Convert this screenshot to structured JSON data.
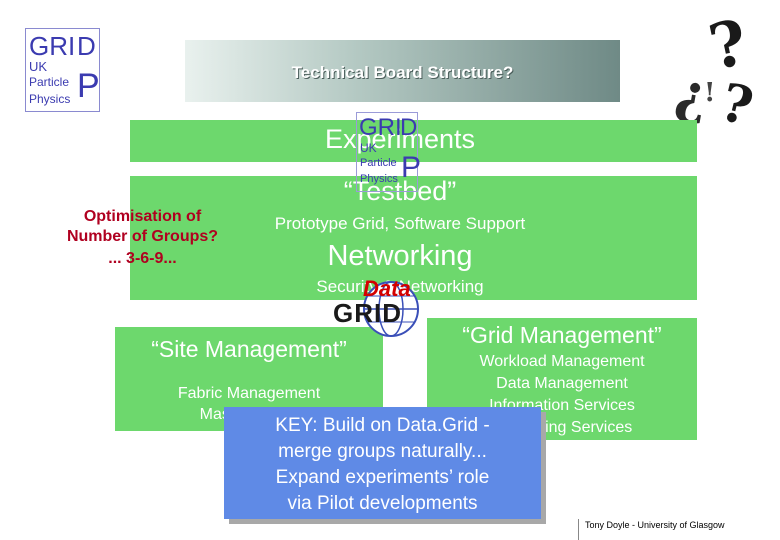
{
  "logo_small": {
    "grid": "GRI",
    "d": "D",
    "uk": "UK",
    "particle": "Particle",
    "physics": "Physics",
    "p": "P"
  },
  "title": "Technical Board Structure?",
  "experiments": "Experiments",
  "testbed": "“Testbed”",
  "prototype": "Prototype Grid, Software Support",
  "networking": "Networking",
  "security": "Security & Networking",
  "optimisation": {
    "line1": "Optimisation of",
    "line2": "Number of Groups?",
    "line3": "... 3-6-9..."
  },
  "site_management": {
    "title": "“Site Management”",
    "line1": "Fabric Management",
    "line2": "Mass Storage"
  },
  "grid_management": {
    "title": "“Grid Management”",
    "lines": [
      "Workload Management",
      "Data Management",
      "Information Services",
      "Monitoring Services"
    ]
  },
  "key": {
    "line1": "KEY: Build on Data.Grid -",
    "line2": "merge groups naturally...",
    "line3": "Expand experiments’ role",
    "line4": "via Pilot developments"
  },
  "datagrid": {
    "data": "Data",
    "grid": "GRID"
  },
  "footer": "Tony Doyle - University of Glasgow",
  "colors": {
    "green": "#6dd86d",
    "key_blue": "#5f8ae6",
    "text_blue": "#3348b8",
    "logo_blue": "#3b3bb0"
  }
}
